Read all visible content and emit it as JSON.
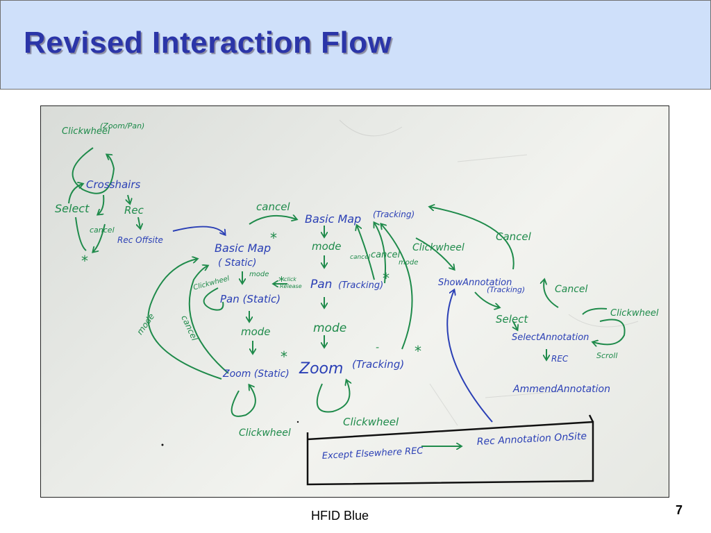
{
  "slide": {
    "title": "Revised Interaction Flow",
    "footer": "HFID Blue",
    "page_number": "7"
  },
  "colors": {
    "title": "#2b35a8",
    "title_bar": "#cfe0fa",
    "green_marker": "#1e8a4a",
    "blue_marker": "#2a3fb5",
    "black_marker": "#111111"
  },
  "diagram": {
    "nodes": {
      "crosshairs": "Crosshairs",
      "select_left": "Select",
      "rec_left": "Rec",
      "rec_offsite": "Rec Offsite",
      "basic_map_static": "Basic Map",
      "basic_map_static_sub": "( Static)",
      "basic_map_tracking": "Basic Map",
      "basic_map_tracking_sub": "(Tracking)",
      "pan_static": "Pan (Static)",
      "pan_tracking": "Pan",
      "pan_tracking_sub": "(Tracking)",
      "zoom_static": "Zoom (Static)",
      "zoom_tracking": "Zoom",
      "zoom_tracking_sub": "(Tracking)",
      "show_annotation": "ShowAnnotation",
      "show_annotation_sub": "(Tracking)",
      "select_right": "Select",
      "select_annotation": "SelectAnnotation",
      "rec_right": "REC",
      "amend_annotation": "AmmendAnnotation",
      "rec_annotation_onsite": "Rec Annotation OnSite",
      "except_elsewhere": "Except Elsewhere REC"
    },
    "edge_labels": {
      "clickwheel_zoom_pan": "Clickwheel",
      "clickwheel_zoom_pan_sub": "(Zoom/Pan)",
      "cancel_left": "cancel",
      "cancel_top": "cancel",
      "mode_left_curve": "mode",
      "cancel_left_curve": "cancel",
      "clickwheel_pan_static": "Clickwheel",
      "mode_basic_pan": "mode",
      "click_release": "click",
      "click_release_sub": "Release",
      "mode_pan_zoom_static": "mode",
      "mode_tracking_1": "mode",
      "mode_tracking_2": "mode",
      "cancel_tracking_1": "cancel",
      "cancel_tracking_2": "cancel",
      "mode_small": "mode",
      "clickwheel_show": "Clickwheel",
      "cancel_show": "Cancel",
      "cancel_select": "Cancel",
      "clickwheel_select": "Clickwheel",
      "scroll": "Scroll",
      "clickwheel_zoom_static": "Clickwheel",
      "clickwheel_zoom_tracking": "Clickwheel"
    },
    "marks": {
      "star": "*",
      "dash": "-"
    }
  }
}
